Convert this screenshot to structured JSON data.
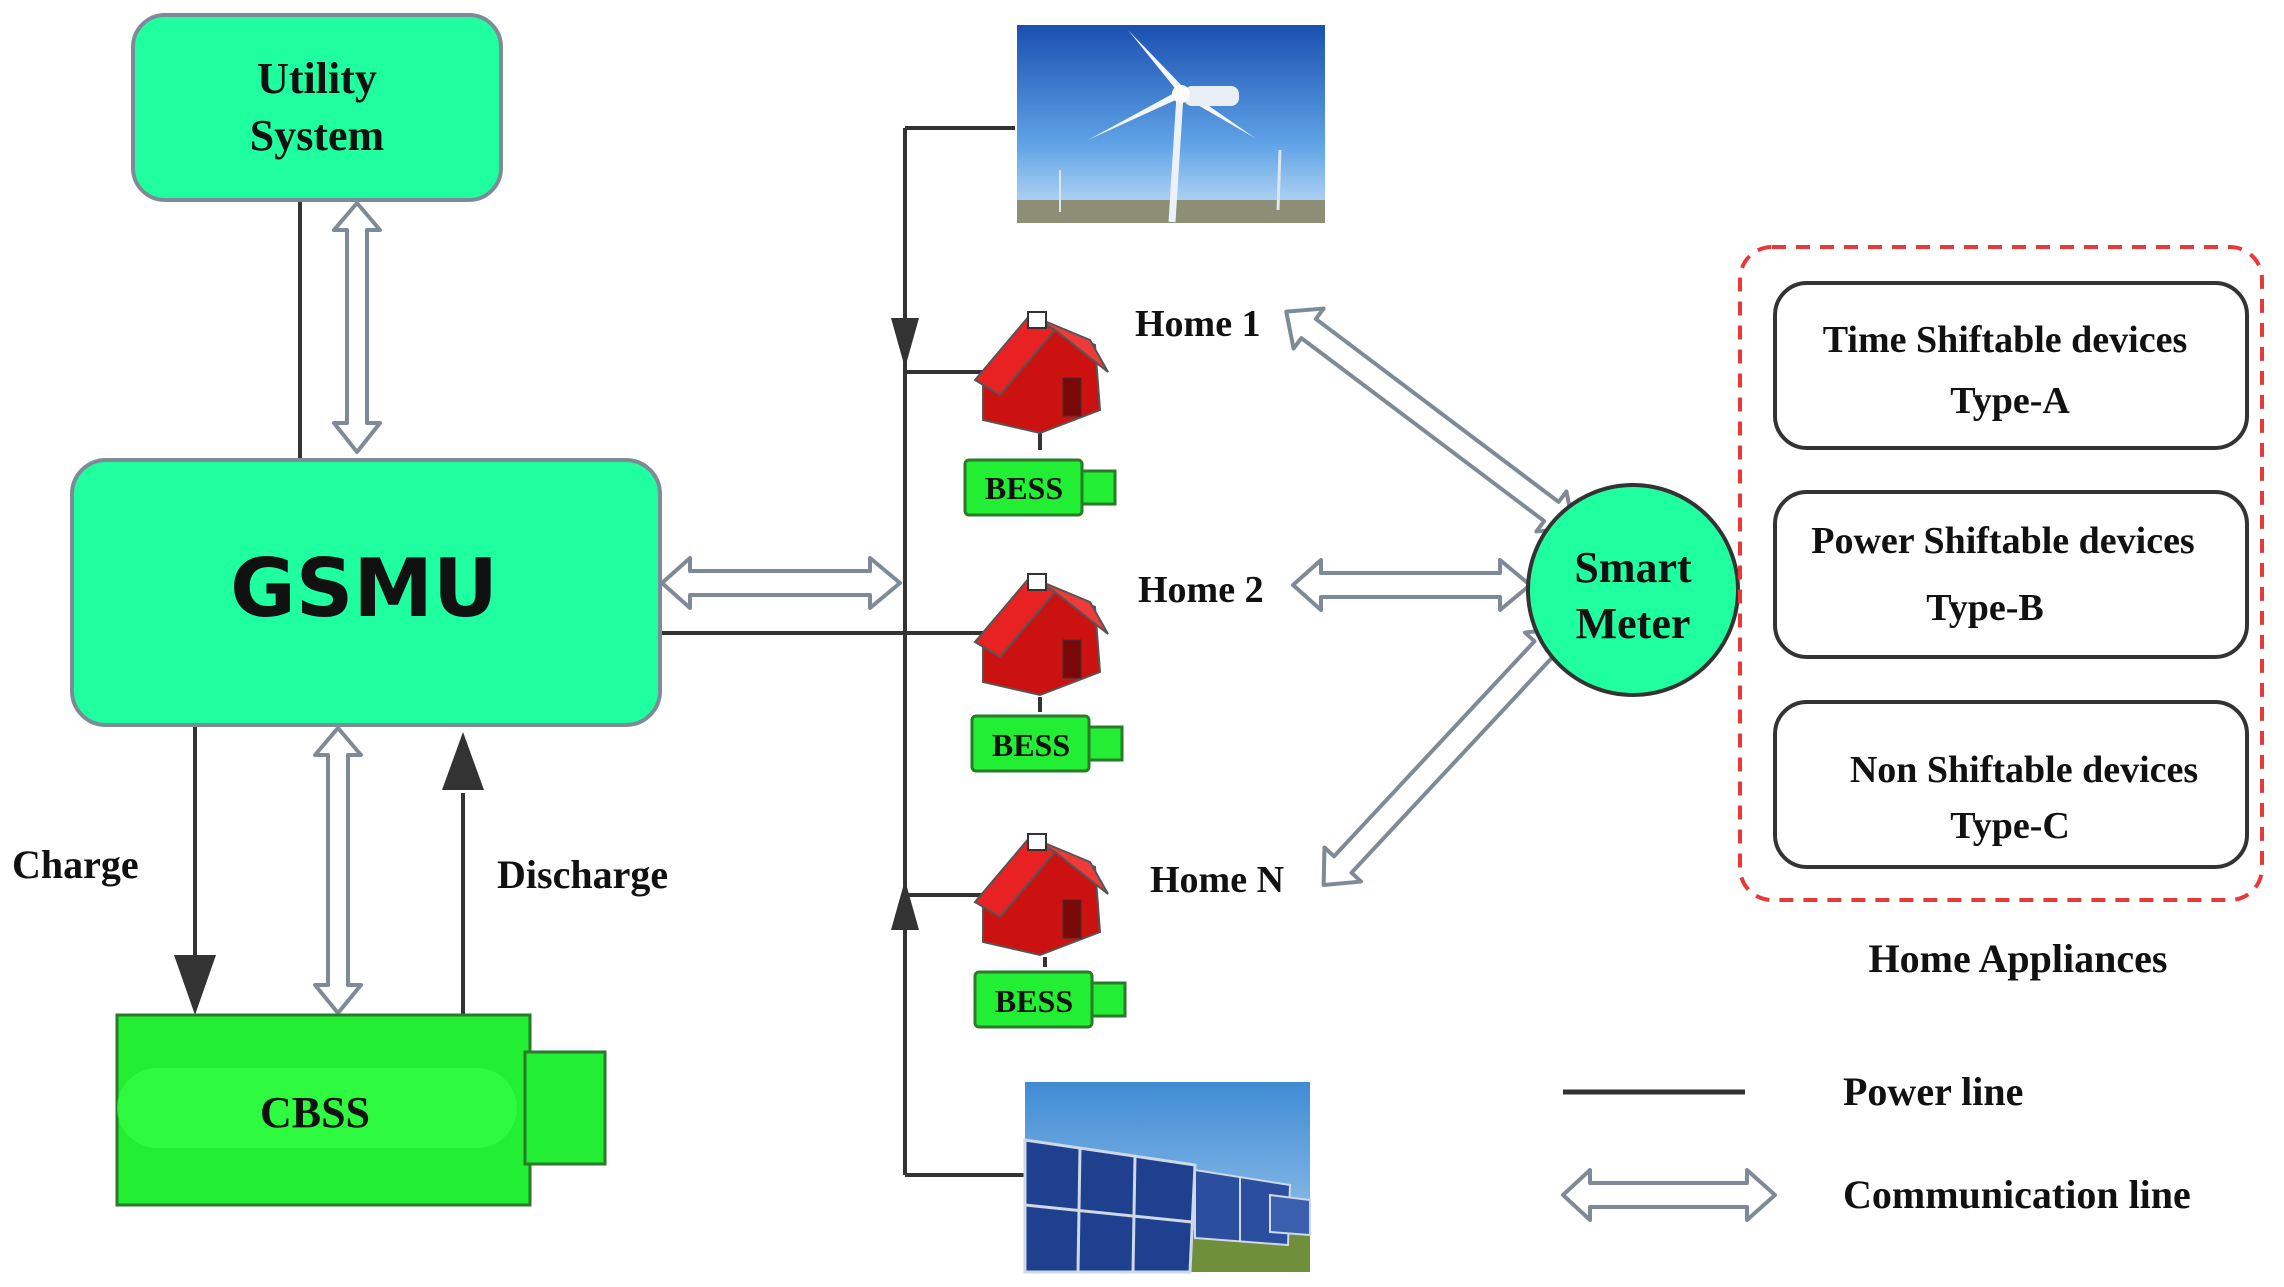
{
  "nodes": {
    "utility": {
      "line1": "Utility",
      "line2": "System"
    },
    "gsmu": "GSMU",
    "cbss": "CBSS",
    "charge": "Charge",
    "discharge": "Discharge",
    "smart_meter": {
      "line1": "Smart",
      "line2": "Meter"
    }
  },
  "homes": [
    {
      "label": "Home 1",
      "battery": "BESS"
    },
    {
      "label": "Home 2",
      "battery": "BESS"
    },
    {
      "label": "Home N",
      "battery": "BESS"
    }
  ],
  "appliances": {
    "title": "Home Appliances",
    "groups": [
      {
        "name": "Time Shiftable devices",
        "type": "Type-A"
      },
      {
        "name": "Power Shiftable devices",
        "type": "Type-B"
      },
      {
        "name": "Non Shiftable devices",
        "type": "Type-C"
      }
    ]
  },
  "legend": {
    "power_line": "Power line",
    "communication_line": "Communication line"
  },
  "colors": {
    "box_fill": "#1fff9f",
    "battery_fill": "#22ee33",
    "house_red": "#dd1111",
    "comm_arrow": "#7f8a99",
    "dashed_border": "#e83838"
  }
}
